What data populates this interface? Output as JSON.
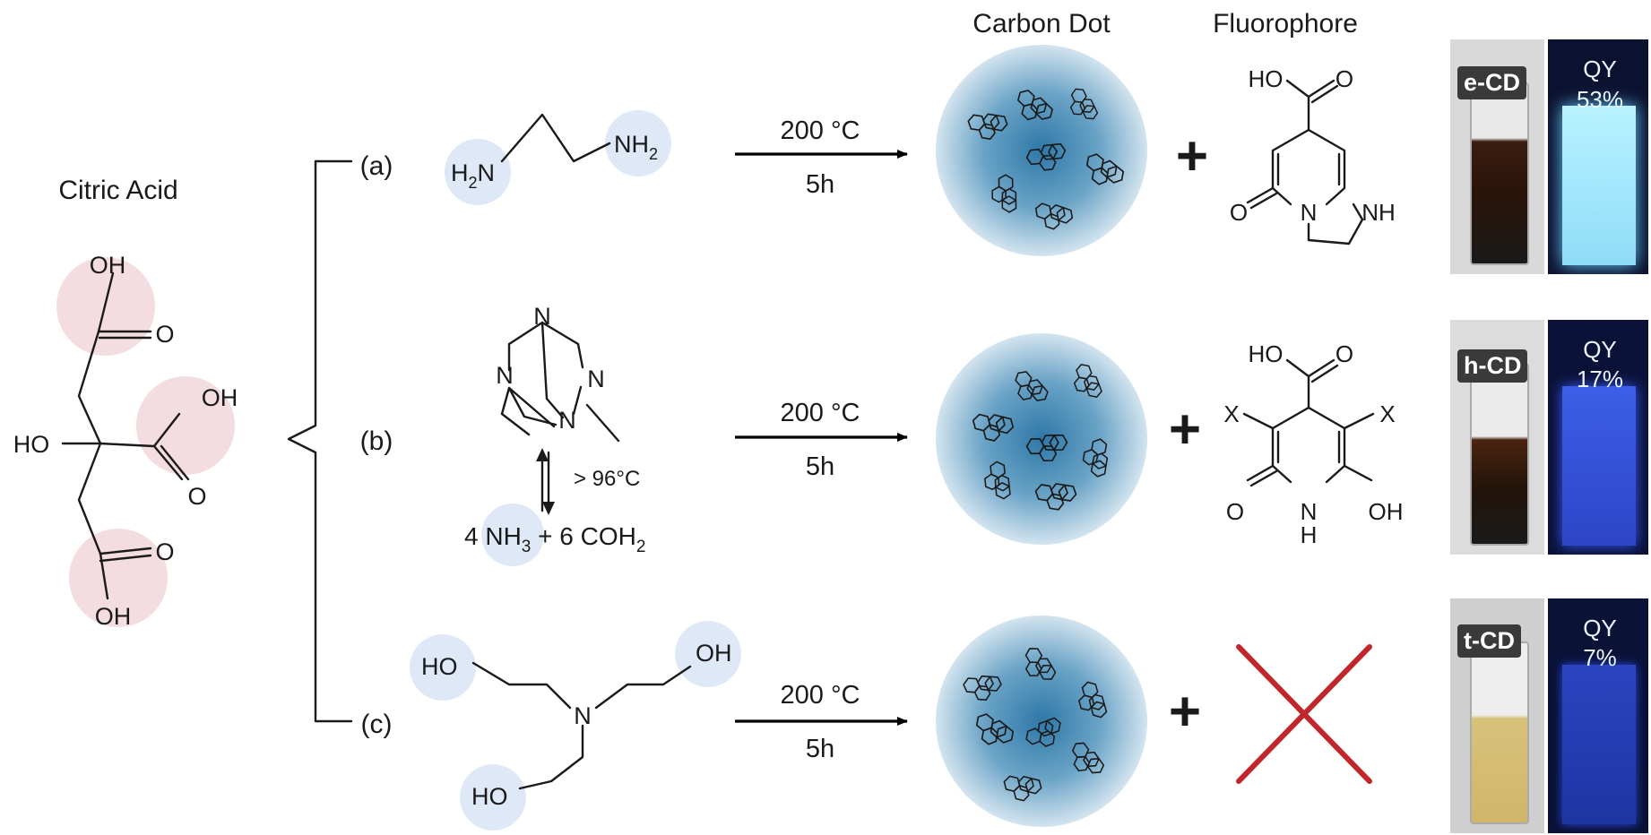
{
  "headings": {
    "citric_acid": "Citric Acid",
    "carbon_dot": "Carbon Dot",
    "fluorophore": "Fluorophore"
  },
  "citric": {
    "oh_top": "OH",
    "o_top": "O",
    "oh_mid": "OH",
    "o_mid": "O",
    "ho_left": "HO",
    "o_bot": "O",
    "oh_bot": "OH"
  },
  "rows": [
    {
      "label": "(a)",
      "temp": "200 °C",
      "time": "5h",
      "plus": "+",
      "sample": "e-CD",
      "qy_label": "QY",
      "qy_value": "53%"
    },
    {
      "label": "(b)",
      "temp": "200 °C",
      "time": "5h",
      "plus": "+",
      "sample": "h-CD",
      "qy_label": "QY",
      "qy_value": "17%"
    },
    {
      "label": "(c)",
      "temp": "200 °C",
      "time": "5h",
      "plus": "+",
      "sample": "t-CD",
      "qy_label": "QY",
      "qy_value": "7%"
    }
  ],
  "reagents": {
    "a": {
      "h2n": "H",
      "h2n_sub": "2",
      "h2n_n": "N",
      "nh2": "NH",
      "nh2_sub": "2"
    },
    "b": {
      "n": "N",
      "equilibrium": "> 96°C",
      "products_1": "4 NH",
      "products_1_sub": "3",
      "products_2": " + 6 COH",
      "products_2_sub": "2"
    },
    "c": {
      "ho_left": "HO",
      "n": "N",
      "oh_right": "OH",
      "ho_bottom": "HO"
    }
  },
  "fluorophore_a": {
    "ho": "HO",
    "o_acid": "O",
    "o_keto": "O",
    "n": "N",
    "nh": "NH"
  },
  "fluorophore_b": {
    "ho": "HO",
    "o_acid": "O",
    "x_left": "X",
    "x_right": "X",
    "o_keto": "O",
    "nh_n": "N",
    "nh_h": "H",
    "oh": "OH"
  },
  "colors": {
    "amine_highlight": "#dfe8f7",
    "acid_highlight": "#f3dde0",
    "no_fluorophore_cross": "#c0262a",
    "cd_glow": "#2e78a8"
  }
}
